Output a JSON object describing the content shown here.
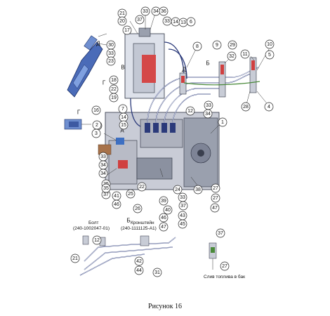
{
  "caption": "Рисунок 16",
  "letters": [
    "Д",
    "Г",
    "В",
    "А",
    "Б",
    "Г",
    "Д",
    "Б"
  ],
  "labels": {
    "bolt_title": "Болт",
    "bolt_code": "(240-1002047-01)",
    "bracket_title": "Кронштейн",
    "bracket_code": "(240-1111125-А1)",
    "drain": "Слив топлива в бак"
  },
  "callouts": [
    "21",
    "20",
    "33",
    "34",
    "36",
    "37",
    "33",
    "14",
    "13",
    "6",
    "17",
    "8",
    "9",
    "29",
    "10",
    "32",
    "11",
    "5",
    "30",
    "33",
    "23",
    "18",
    "22",
    "4",
    "19",
    "28",
    "2",
    "7",
    "12",
    "33",
    "34",
    "16",
    "14",
    "15",
    "1",
    "2",
    "3",
    "33",
    "34",
    "34",
    "35",
    "37",
    "41",
    "25",
    "22",
    "26",
    "24",
    "39",
    "38",
    "27",
    "27",
    "33",
    "37",
    "40",
    "43",
    "45",
    "47",
    "35",
    "46",
    "46",
    "47",
    "12",
    "21",
    "42",
    "44",
    "31",
    "37",
    "27"
  ]
}
